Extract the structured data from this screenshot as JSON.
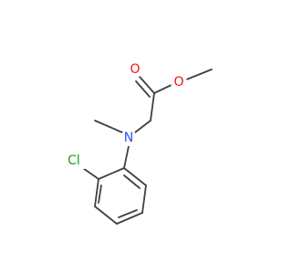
{
  "molecule": {
    "atoms": {
      "oxygen_carbonyl": {
        "symbol": "O",
        "color": "#ff0d0d"
      },
      "oxygen_ester": {
        "symbol": "O",
        "color": "#ff0d0d"
      },
      "nitrogen": {
        "symbol": "N",
        "color": "#3050f8"
      },
      "chlorine": {
        "symbol": "Cl",
        "color": "#1fa01f"
      }
    },
    "bond_color": "#404040"
  }
}
